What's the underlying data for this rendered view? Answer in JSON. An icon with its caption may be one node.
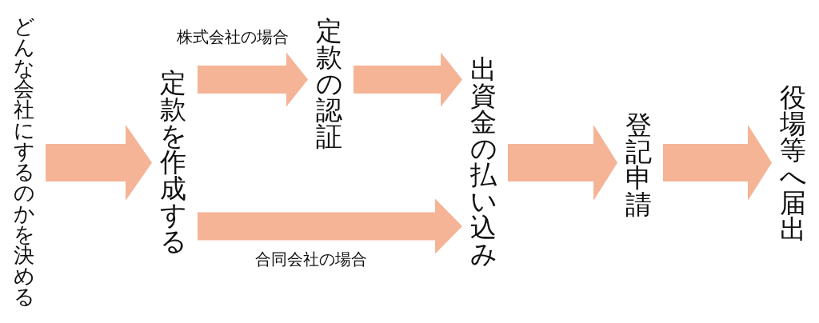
{
  "diagram": {
    "nodes": [
      {
        "text": [
          "どんな会社にするのかを決める"
        ]
      },
      {
        "text": [
          "定款を作成する"
        ]
      },
      {
        "text": [
          "定款の認証"
        ]
      },
      {
        "text": [
          "出資金の払い込み"
        ]
      },
      {
        "text": [
          "登記申請"
        ]
      },
      {
        "text": [
          "役場等へ届出"
        ]
      }
    ],
    "edges": [
      {
        "from": 0,
        "to": 1,
        "arrow": "to"
      },
      {
        "from": 1,
        "to": 2,
        "arrow": "to",
        "label": "株式会社の場合"
      },
      {
        "from": 2,
        "to": 3,
        "arrow": "to"
      },
      {
        "from": 1,
        "to": 3,
        "arrow": "to",
        "label": "合同会社の場合"
      },
      {
        "from": 3,
        "to": 4,
        "arrow": "to"
      },
      {
        "from": 4,
        "to": 5,
        "arrow": "to"
      }
    ]
  }
}
